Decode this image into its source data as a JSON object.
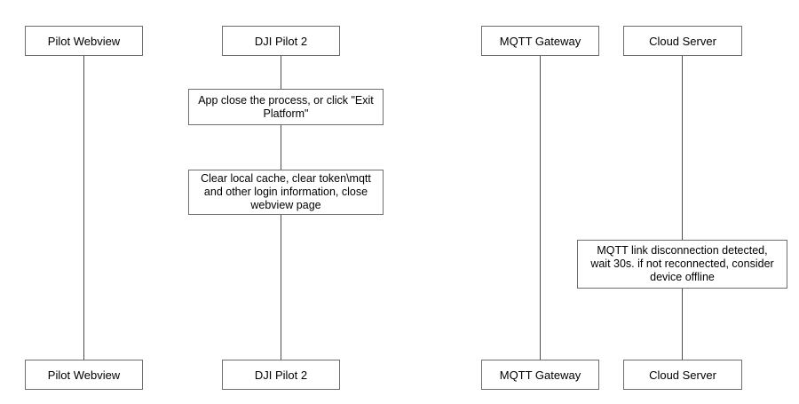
{
  "diagram": {
    "type": "sequence-diagram",
    "colors": {
      "background": "#ffffff",
      "stroke": "#6e6e6e",
      "lifeline": "#4d4d4d",
      "text": "#000000"
    },
    "participants": [
      {
        "label": "Pilot Webview"
      },
      {
        "label": "DJI Pilot 2"
      },
      {
        "label": "MQTT Gateway"
      },
      {
        "label": "Cloud Server"
      }
    ],
    "notes": [
      {
        "text": "App close the process, or click \"Exit\nPlatform\""
      },
      {
        "text": "Clear local cache, clear token\\mqtt\nand other login information, close\nwebview page"
      },
      {
        "text": "MQTT link disconnection detected,\nwait 30s. if not reconnected, consider\ndevice offline"
      }
    ]
  }
}
